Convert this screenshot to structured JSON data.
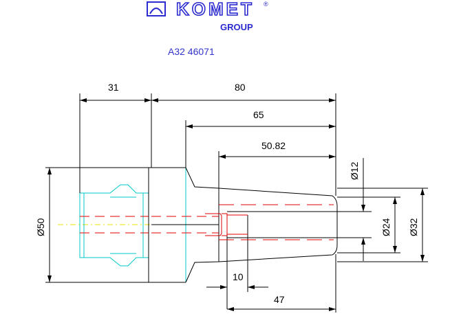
{
  "logo": {
    "brand": "KOMET",
    "registered_mark": "®",
    "group": "GROUP",
    "color": "#2a2ad0"
  },
  "part_number": "A32 46071",
  "dimensions": {
    "d31": "31",
    "d80": "80",
    "d65": "65",
    "d50_82": "50.82",
    "d10": "10",
    "d47": "47",
    "dia50": "Ø50",
    "dia12": "Ø12",
    "dia24": "Ø24",
    "dia32": "Ø32"
  },
  "colors": {
    "outline": "#000000",
    "flange": "#00c8c8",
    "hidden": "#e00000",
    "centerline": "#e6e600"
  }
}
